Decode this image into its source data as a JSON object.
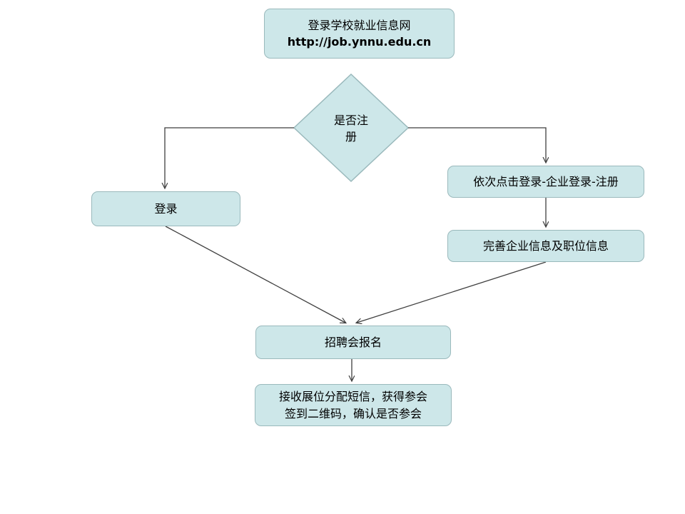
{
  "diagram": {
    "type": "flowchart",
    "colors": {
      "node_fill": "#cde7e9",
      "node_border": "#9ab9bc",
      "connector": "#3f3f3f",
      "text": "#000000",
      "background": "#ffffff"
    },
    "nodes": {
      "start": {
        "line1": "登录学校就业信息网",
        "line2": "http://job.ynnu.edu.cn"
      },
      "decision": {
        "line1": "是否注",
        "line2": "册"
      },
      "login": {
        "label": "登录"
      },
      "register": {
        "label": "依次点击登录-企业登录-注册"
      },
      "complete": {
        "label": "完善企业信息及职位信息"
      },
      "signup": {
        "label": "招聘会报名"
      },
      "confirm": {
        "line1": "接收展位分配短信，获得参会",
        "line2": "签到二维码，确认是否参会"
      }
    }
  }
}
